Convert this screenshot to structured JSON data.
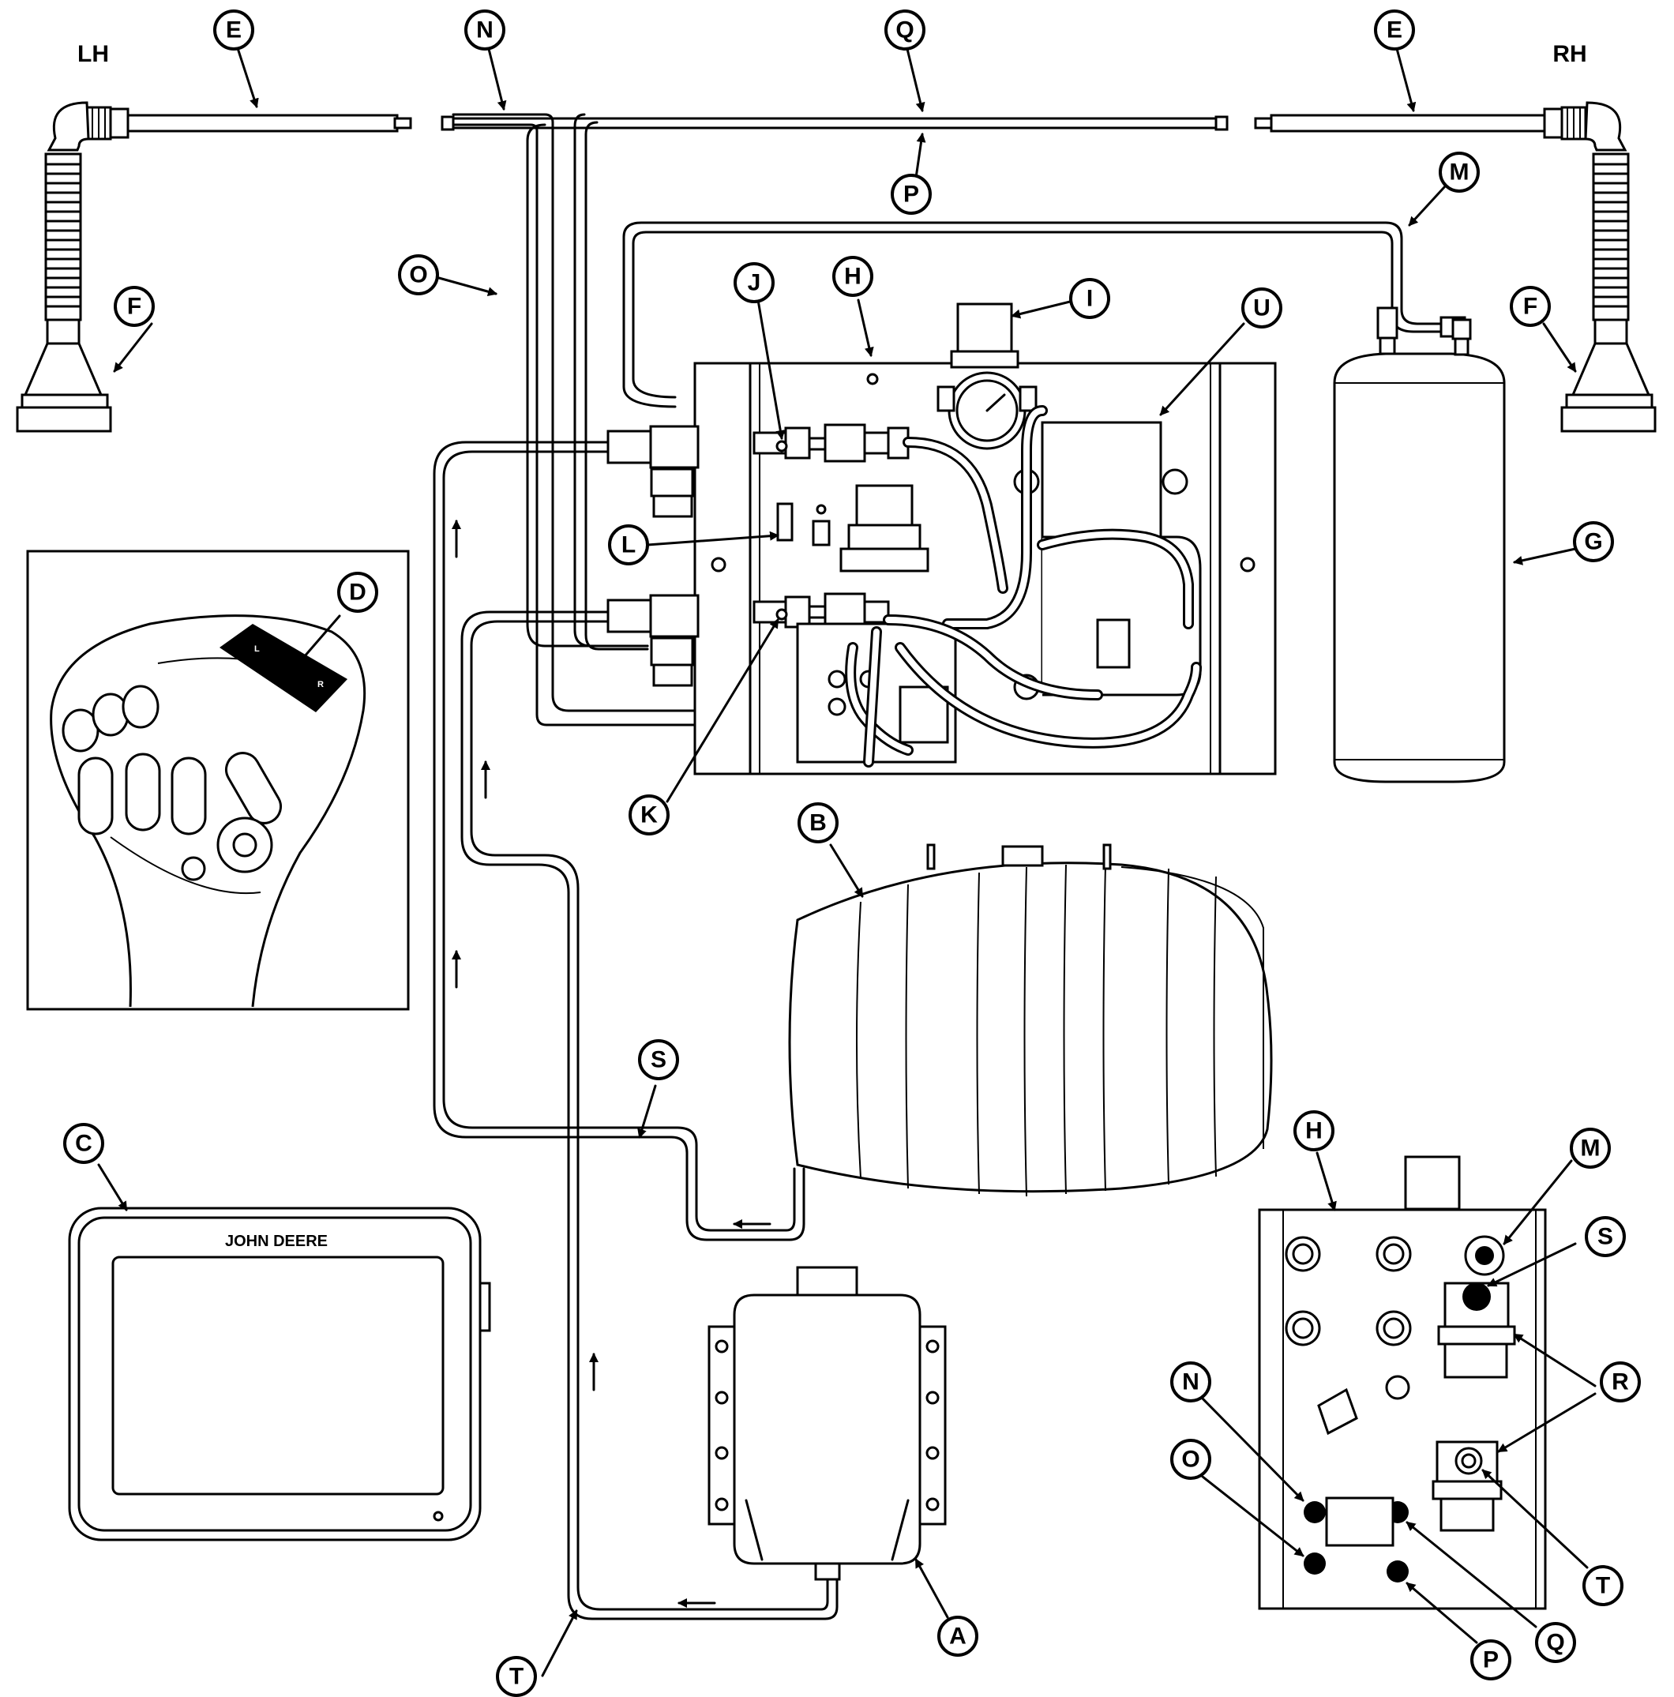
{
  "sides": {
    "left": "LH",
    "right": "RH"
  },
  "brand": "JOHN DEERE",
  "callouts": {
    "A": "A",
    "B": "B",
    "C": "C",
    "D": "D",
    "E": "E",
    "F": "F",
    "G": "G",
    "H": "H",
    "I": "I",
    "J": "J",
    "K": "K",
    "L": "L",
    "M": "M",
    "N": "N",
    "O": "O",
    "P": "P",
    "Q": "Q",
    "R": "R",
    "S": "S",
    "T": "T",
    "U": "U"
  },
  "joystick_keys": {
    "left": "L",
    "right": "R"
  }
}
